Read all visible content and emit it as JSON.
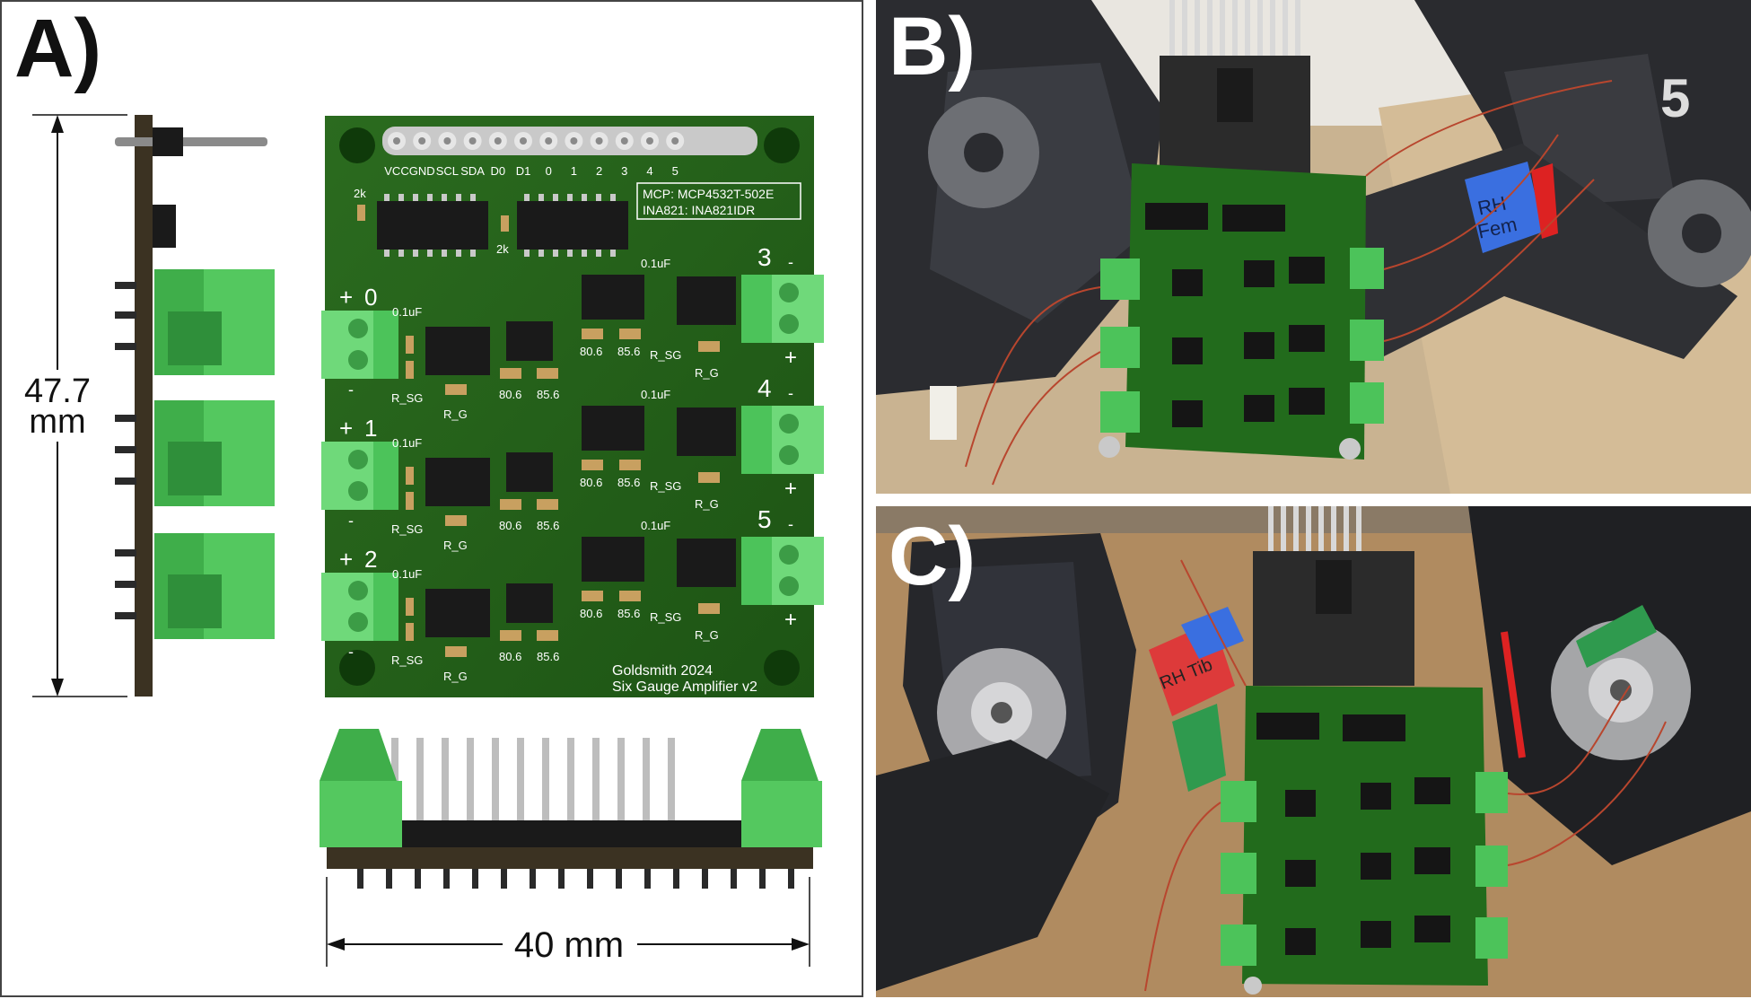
{
  "panels": {
    "a_label": "A)",
    "b_label": "B)",
    "c_label": "C)"
  },
  "dimensions": {
    "height_value": "47.7",
    "height_unit": "mm",
    "width": "40 mm"
  },
  "board": {
    "header_pins": [
      "VCC",
      "GND",
      "SCL",
      "SDA",
      "D0",
      "D1",
      "0",
      "1",
      "2",
      "3",
      "4",
      "5"
    ],
    "part_info_line1": "MCP: MCP4532T-502E",
    "part_info_line2": "INA821: INA821IDR",
    "res_2k": "2k",
    "cap_label": "0.1uF",
    "res_80": "80.6",
    "res_85": "85.6",
    "r_sg": "R_SG",
    "r_g": "R_G",
    "plus_sign": "+",
    "minus_sign": "-",
    "left_channels": [
      "0",
      "1",
      "2"
    ],
    "right_channels": [
      "3",
      "4",
      "5"
    ],
    "credit_line1": "Goldsmith 2024",
    "credit_line2": "Six Gauge Amplifier v2"
  },
  "photos": {
    "b_tape_line1": "RH",
    "b_tape_line2": "Fem",
    "b_big_glyph": "5",
    "c_tape_label": "RH Tib"
  },
  "colors": {
    "pcb_green": "#1f5c16",
    "terminal_green": "#4cc35a",
    "chip_black": "#1a1a1a"
  }
}
